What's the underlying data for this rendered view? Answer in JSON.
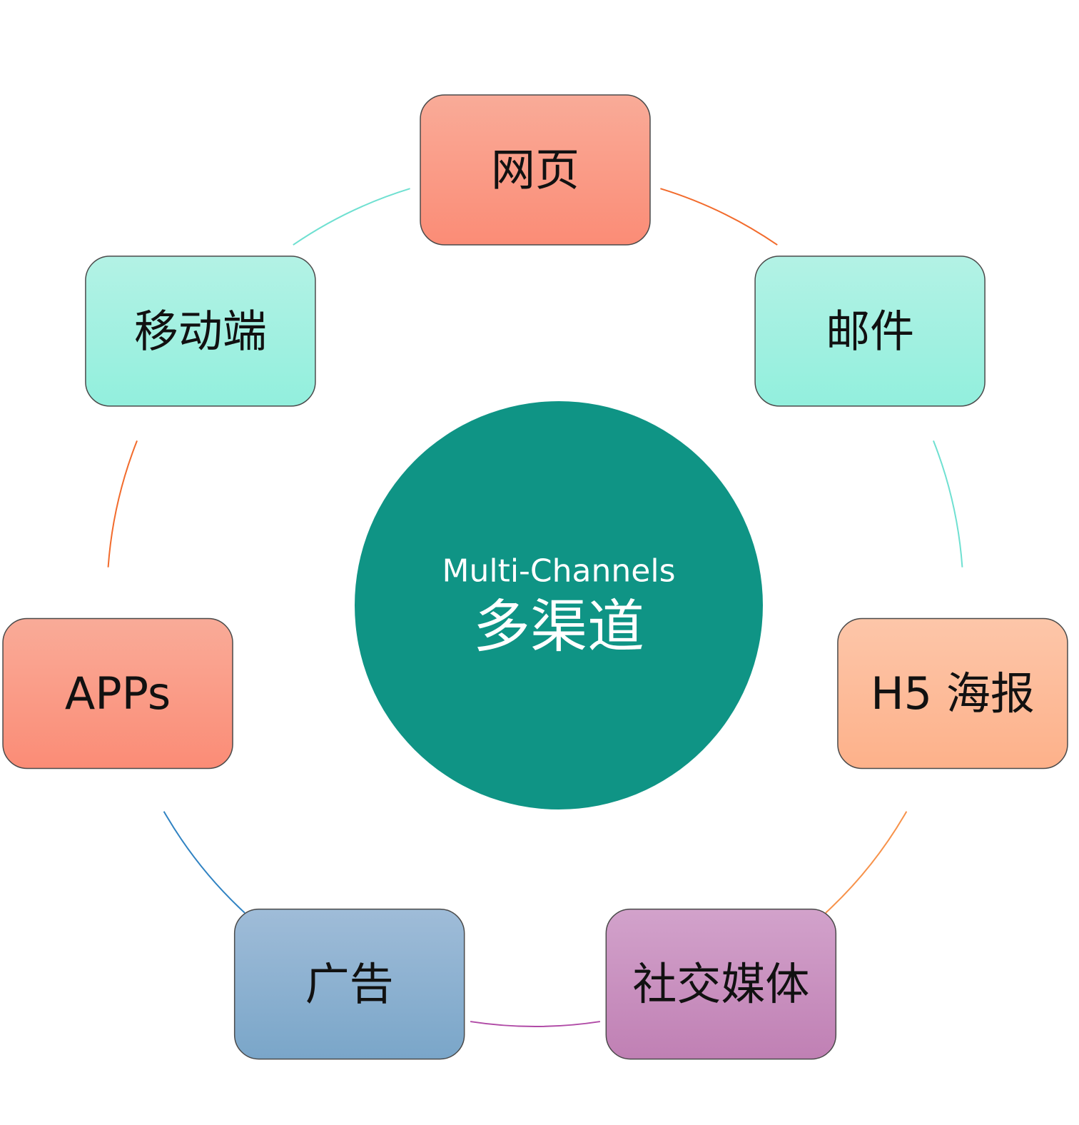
{
  "center": {
    "title": "Multi-Channels",
    "subtitle": "多渠道",
    "color": "#0f9485"
  },
  "nodes": [
    {
      "id": "webpage",
      "label": "网页",
      "top": "#f9ab98",
      "bottom": "#fb8c76"
    },
    {
      "id": "email",
      "label": "邮件",
      "top": "#b3f2e5",
      "bottom": "#92efdd"
    },
    {
      "id": "h5-poster",
      "label": "H5 海报",
      "top": "#fdc6a9",
      "bottom": "#fdb18a"
    },
    {
      "id": "social-media",
      "label": "社交媒体",
      "top": "#d2a2cb",
      "bottom": "#c080b4"
    },
    {
      "id": "advertising",
      "label": "广告",
      "top": "#9fbcd8",
      "bottom": "#7aa6c9"
    },
    {
      "id": "apps",
      "label": "APPs",
      "top": "#f9ab98",
      "bottom": "#fb8c76"
    },
    {
      "id": "mobile",
      "label": "移动端",
      "top": "#b3f2e5",
      "bottom": "#92efdd"
    }
  ],
  "connector_colors": [
    "#f26b2c",
    "#6fe0d1",
    "#f7924a",
    "#b04aa6",
    "#2f82c2",
    "#f26b2c",
    "#6fe0d1"
  ]
}
